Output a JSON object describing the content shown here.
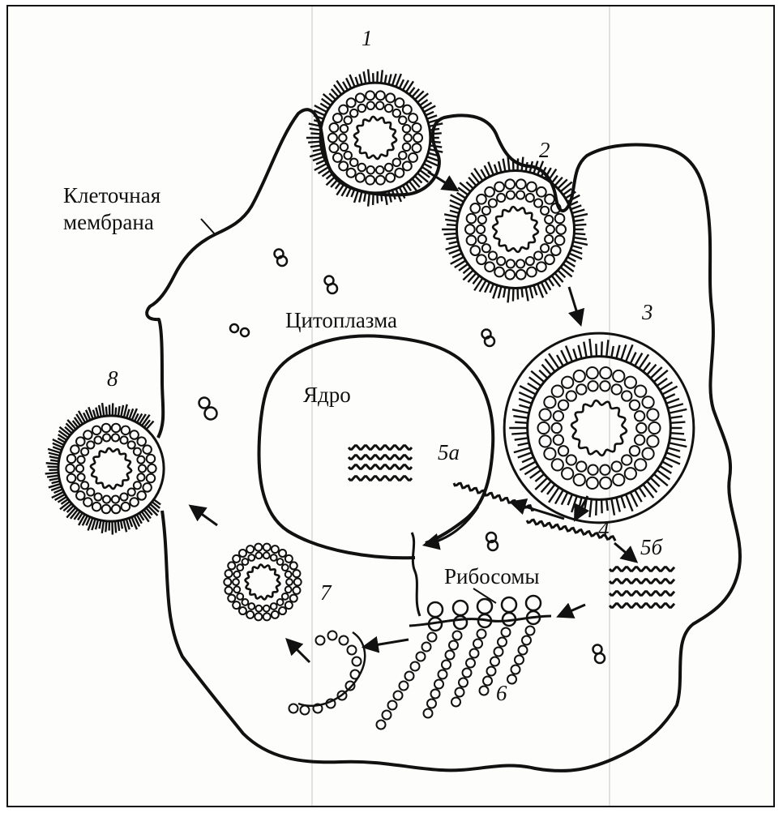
{
  "labels": {
    "membrane": [
      "Клеточная",
      "мембрана"
    ],
    "cytoplasm": "Цитоплазма",
    "nucleus": "Ядро",
    "ribosomes": "Рибосомы"
  },
  "stages": {
    "s1": "1",
    "s2": "2",
    "s3": "3",
    "s4": "4",
    "s5a": "5а",
    "s5b": "5б",
    "s6": "6",
    "s7": "7",
    "s8": "8"
  }
}
